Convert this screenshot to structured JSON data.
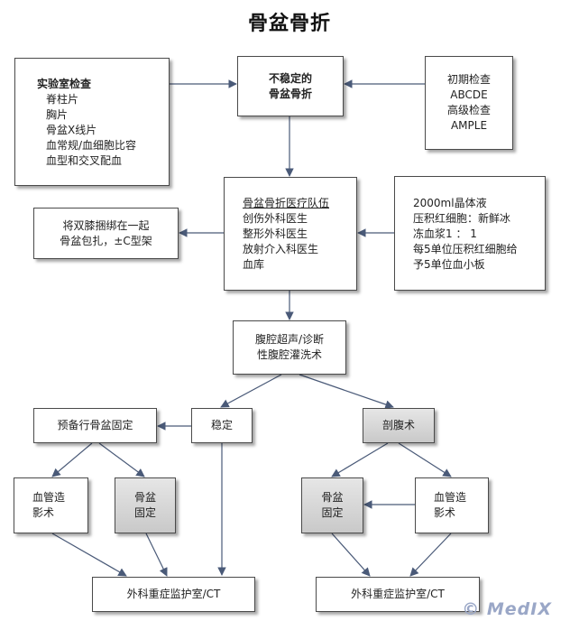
{
  "title": "骨盆骨折",
  "lab_box": {
    "heading": "实验室检查",
    "items": [
      "脊柱片",
      "胸片",
      "骨盆X线片",
      "血常规/血细胞比容",
      "血型和交叉配血"
    ]
  },
  "unstable_box": {
    "lines": [
      "不稳定的",
      "骨盆骨折"
    ]
  },
  "exam_box": {
    "lines": [
      "初期检查",
      "ABCDE",
      "高级检查",
      "AMPLE"
    ]
  },
  "team_box": {
    "heading": "骨盆骨折医疗队伍",
    "items": [
      "创伤外科医生",
      "整形外科医生",
      "放射介入科医生",
      "血库"
    ]
  },
  "bind_box": {
    "lines": [
      "将双膝捆绑在一起",
      "骨盆包扎，±C型架"
    ]
  },
  "fluid_box": {
    "lines": [
      "2000ml晶体液",
      "压积红细胞：新鲜冰",
      "冻血浆1 ： 1",
      "每5单位压积红细胞给",
      "予5单位血小板"
    ]
  },
  "ultrasound_box": {
    "lines": [
      "腹腔超声/诊断",
      "性腹腔灌洗术"
    ]
  },
  "stable_box": {
    "label": "稳定"
  },
  "prefix_box": {
    "label": "预备行骨盆固定"
  },
  "laparotomy_box": {
    "label": "剖腹术"
  },
  "angio_left": {
    "lines": [
      "血管造",
      "影术"
    ]
  },
  "fix_left": {
    "lines": [
      "骨盆",
      "固定"
    ]
  },
  "fix_right": {
    "lines": [
      "骨盆",
      "固定"
    ]
  },
  "angio_right": {
    "lines": [
      "血管造",
      "影术"
    ]
  },
  "icu_left": {
    "label": "外科重症监护室/CT"
  },
  "icu_right": {
    "label": "外科重症监护室/CT"
  },
  "watermark": "© MedIX",
  "colors": {
    "line": "#4a5a78",
    "border": "#4a4a4a",
    "grey_fill": "#d6d6d6"
  }
}
